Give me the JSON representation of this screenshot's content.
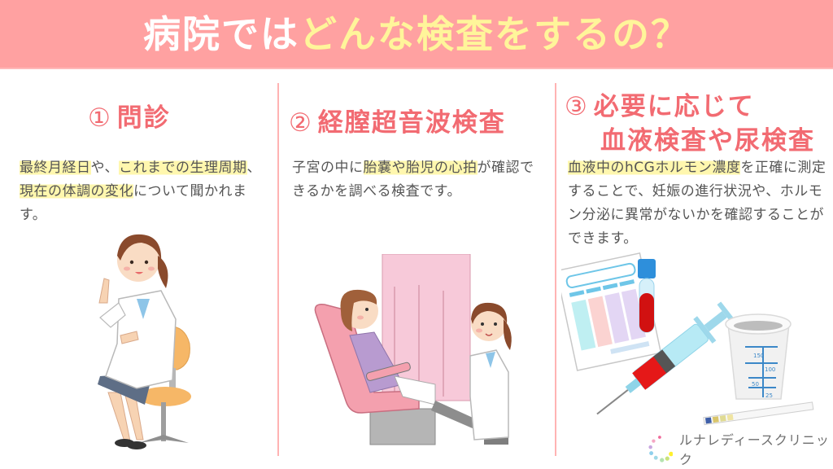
{
  "header": {
    "title_part1": "病院では",
    "title_part2": "どんな検査をするの？",
    "background": "#FFA1A1",
    "title_color_primary": "#FFFFFF",
    "title_color_accent": "#FFF59A"
  },
  "sections": [
    {
      "number": "①",
      "title": "問診",
      "desc": {
        "hl1": "最終月経日",
        "t1": "や、",
        "hl2": "これまでの生理周期",
        "t2": "、",
        "hl3": "現在の体調の変化",
        "t3": "について聞かれます。"
      },
      "illustration": "doctor-seated-on-chair"
    },
    {
      "number": "②",
      "title": "経膣超音波検査",
      "desc": {
        "t0": "子宮の中に",
        "hl1": "胎嚢や胎児の心拍",
        "t1": "が確認できるかを調べる検査です。"
      },
      "illustration": "patient-on-exam-chair-with-curtain-and-doctor"
    },
    {
      "number": "③",
      "title_line1": "必要に応じて",
      "title_line2": "血液検査や尿検査",
      "desc": {
        "hl1": "血液中のhCGホルモン濃度",
        "t1": "を正確に測定することで、妊娠の進行状況や、ホルモン分泌に異常がないかを確認することができます。"
      },
      "illustration": "blood-test-and-urine-test-items",
      "cup_scale": [
        "150",
        "100",
        "50",
        "25"
      ]
    }
  ],
  "logo": {
    "name": "ルナレディースクリニック"
  },
  "colors": {
    "accent_title": "#F26B72",
    "highlight": "#FFF7AE",
    "divider": "#FFB3B3",
    "body_text": "#555555"
  }
}
